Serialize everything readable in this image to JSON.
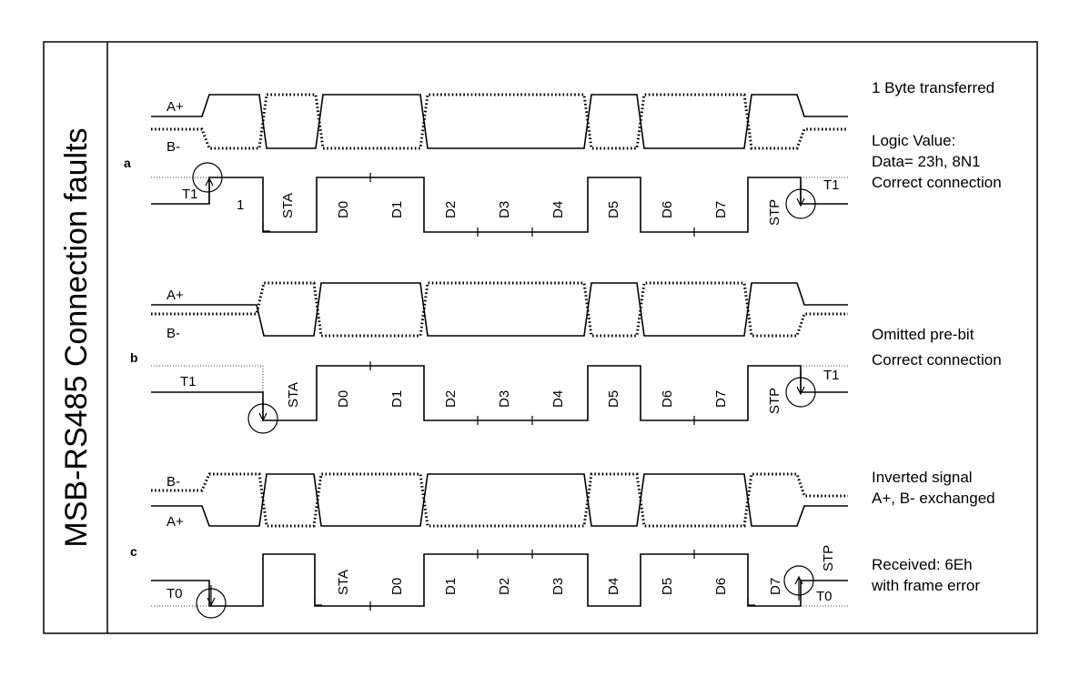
{
  "title": "MSB-RS485 Connection faults",
  "sections": {
    "a": {
      "letter": "a",
      "line_upper": "A+",
      "line_lower": "B-",
      "trigger": "T1",
      "pre_bit": "1",
      "bits": [
        "STA",
        "D0",
        "D1",
        "D2",
        "D3",
        "D4",
        "D5",
        "D6",
        "D7",
        "STP"
      ],
      "stop_trigger": "T1",
      "notes": [
        "1 Byte transferred",
        "Logic Value:",
        "Data= 23h, 8N1",
        "Correct connection"
      ]
    },
    "b": {
      "letter": "b",
      "line_upper": "A+",
      "line_lower": "B-",
      "trigger": "T1",
      "bits": [
        "STA",
        "D0",
        "D1",
        "D2",
        "D3",
        "D4",
        "D5",
        "D6",
        "D7",
        "STP"
      ],
      "stop_trigger": "T1",
      "notes": [
        "Omitted pre-bit",
        "Correct connection"
      ]
    },
    "c": {
      "letter": "c",
      "line_upper": "B-",
      "line_lower": "A+",
      "trigger": "T0",
      "bits": [
        "STA",
        "D0",
        "D1",
        "D2",
        "D3",
        "D4",
        "D5",
        "D6",
        "D7",
        "STP"
      ],
      "stop_trigger": "T0",
      "notes": [
        "Inverted signal",
        "A+, B- exchanged",
        "Received: 6Eh",
        "with frame error"
      ]
    }
  }
}
